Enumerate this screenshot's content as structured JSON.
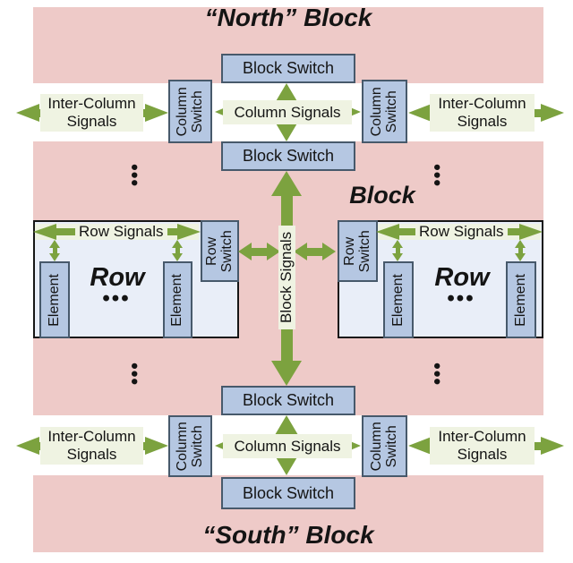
{
  "titles": {
    "north": "“North” Block",
    "south": "“South” Block",
    "block": "Block",
    "row": "Row"
  },
  "labels": {
    "block_switch": "Block Switch",
    "column_switch": "Column Switch",
    "row_switch": "Row Switch",
    "element": "Element",
    "column_signals": "Column Signals",
    "inter_column_signals": "Inter-Column Signals",
    "row_signals": "Row Signals",
    "block_signals": "Block Signals"
  },
  "symbols": {
    "ellipsis": "•••"
  },
  "colors": {
    "block_fill": "#eecac8",
    "switch_fill": "#b5c7e2",
    "switch_border": "#47596b",
    "arrow_green": "#7ca23f",
    "signal_label_bg": "#eff3e2",
    "row_fill": "#e9eef8"
  }
}
